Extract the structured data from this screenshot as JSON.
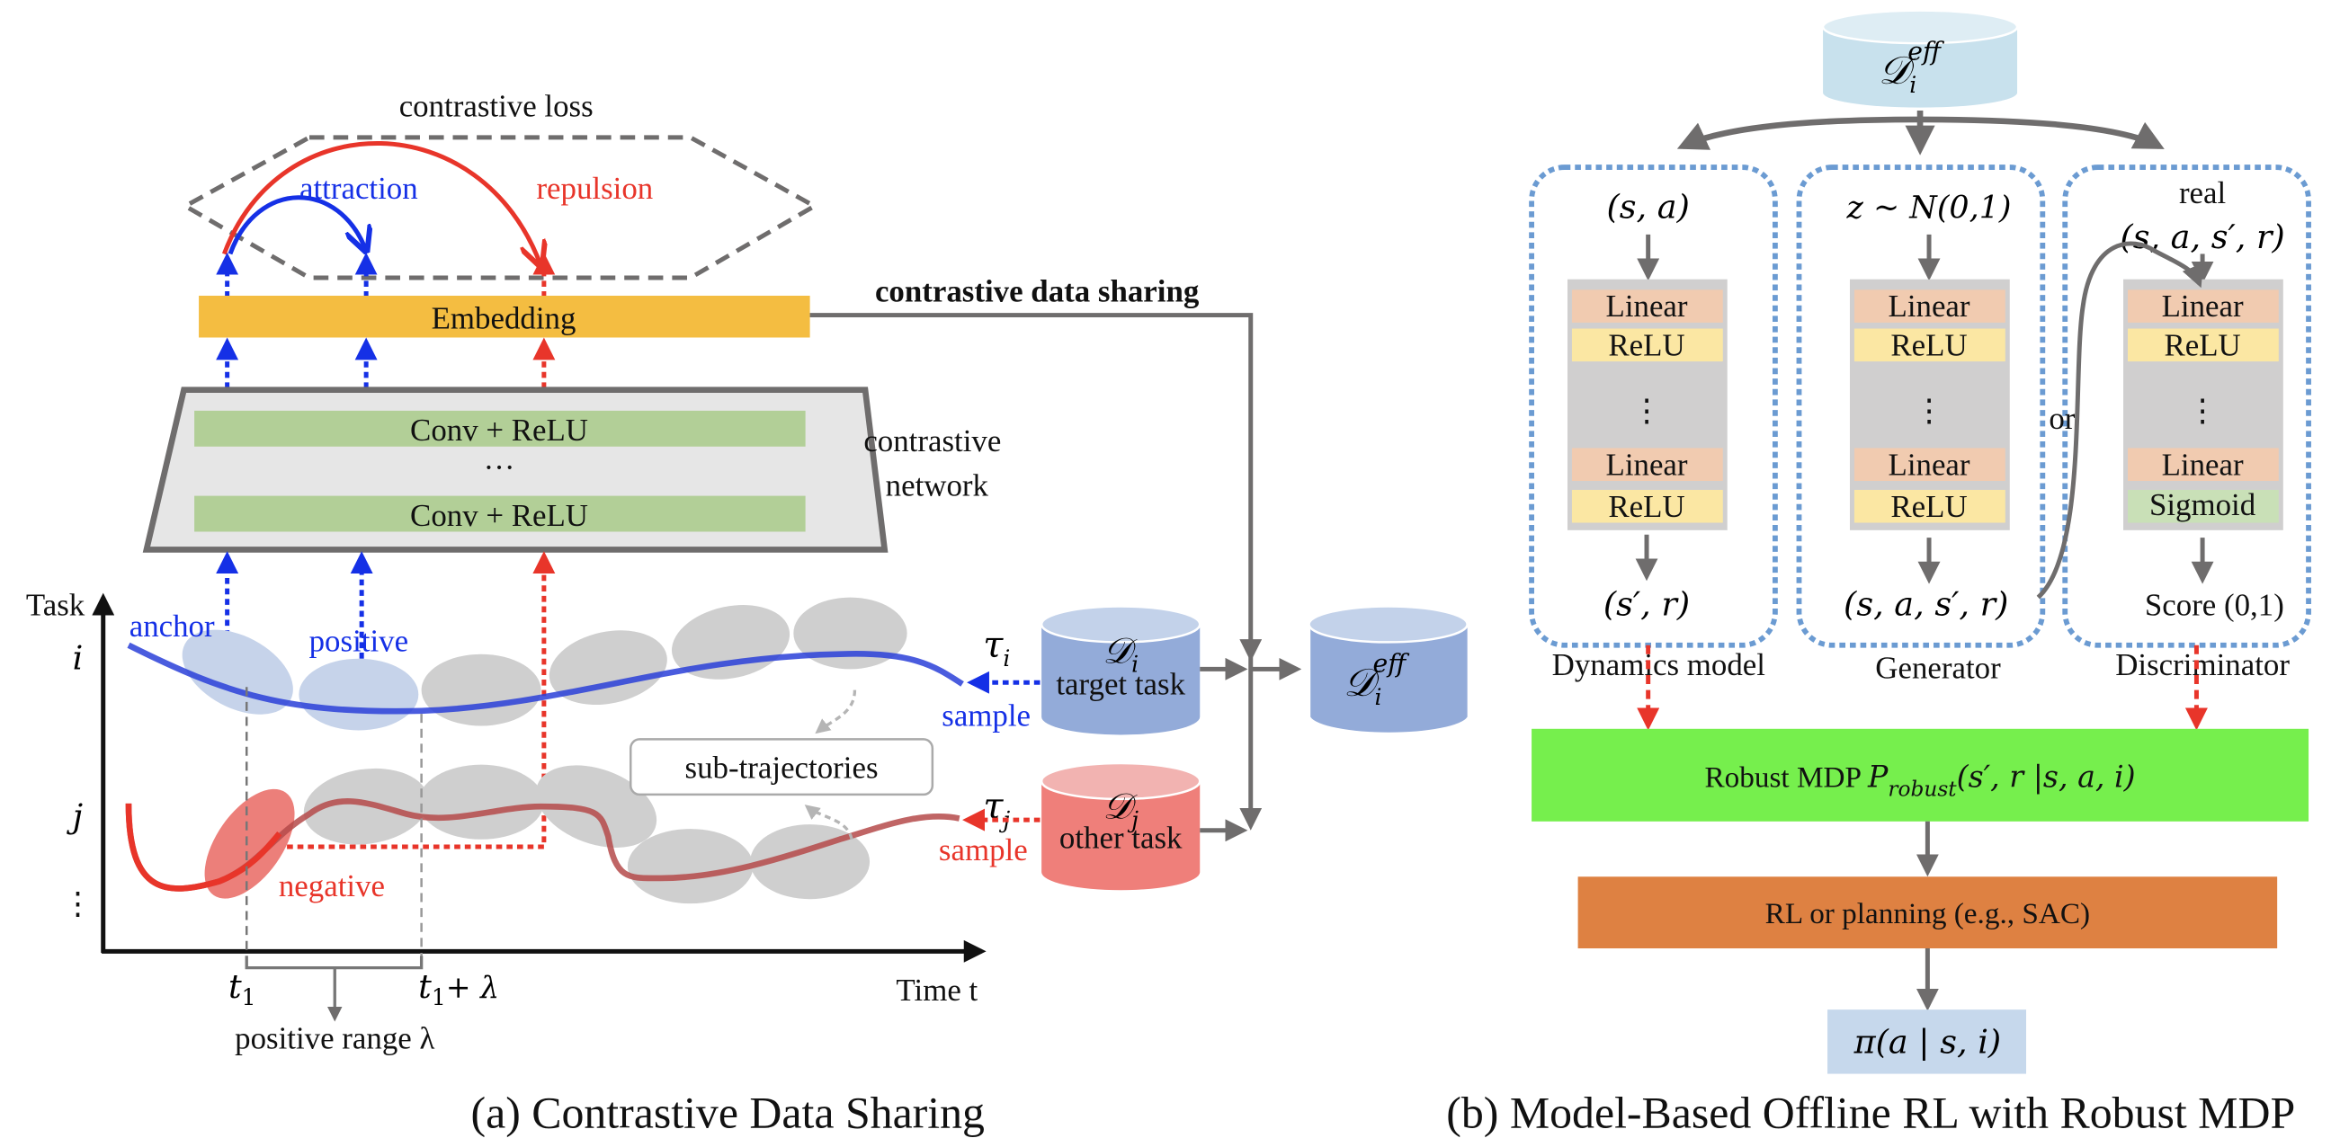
{
  "colors": {
    "blue": "#1530e6",
    "red": "#e8352a",
    "grey": "#6f6d6d",
    "embedding": "#f4bd41",
    "conv": "#b2cf97",
    "linear": "#f1cbb0",
    "relu": "#fbe7a3",
    "sigmoid": "#c9e0b7",
    "robust_mdp": "#76ef4d",
    "rl": "#de8142",
    "policy": "#c6d8ec",
    "dataset_blue": "#93abd9",
    "dataset_red": "#ef7f7a",
    "dataset_top": "#c8e1ed",
    "module_border": "#6b9bd2"
  },
  "panel_a": {
    "caption": "(a) Contrastive Data Sharing",
    "contrastive_loss_label": "contrastive loss",
    "attraction_label": "attraction",
    "repulsion_label": "repulsion",
    "embedding_label": "Embedding",
    "conv_layer_top": "Conv + ReLU",
    "conv_ellipsis": "···",
    "conv_layer_bottom": "Conv + ReLU",
    "network_label_line1": "contrastive",
    "network_label_line2": "network",
    "sharing_label": "contrastive data sharing",
    "axis_y_label": "Task",
    "axis_x_label": "Time t",
    "task_i": "i",
    "task_j": "j",
    "task_more": "⋮",
    "anchor_label": "anchor",
    "positive_label": "positive",
    "negative_label": "negative",
    "sub_trajectories_label": "sub-trajectories",
    "tau_i": "τ",
    "tau_i_sub": "i",
    "tau_j": "τ",
    "tau_j_sub": "j",
    "sample_i": "sample",
    "sample_j": "sample",
    "t1": "t",
    "t1_sub": "1",
    "t1_lambda": "t",
    "t1_lambda_sub": "1",
    "t1_lambda_suffix": "+ λ",
    "positive_range": "positive range λ",
    "dataset_i": {
      "symbol": "𝒟",
      "sub": "i",
      "label": "target task"
    },
    "dataset_j": {
      "symbol": "𝒟",
      "sub": "j",
      "label": "other task"
    },
    "dataset_eff": {
      "symbol": "𝒟",
      "sub": "i",
      "sup": "eff"
    }
  },
  "panel_b": {
    "caption": "(b) Model-Based Offline RL with Robust MDP",
    "dataset_eff": {
      "symbol": "𝒟",
      "sub": "i",
      "sup": "eff"
    },
    "modules": [
      {
        "name": "Dynamics model",
        "input": "(s, a)",
        "layers": [
          "Linear",
          "ReLU",
          "⋮",
          "Linear",
          "ReLU"
        ],
        "output": "(s′, r)"
      },
      {
        "name": "Generator",
        "input": "z ~ N(0,1)",
        "layers": [
          "Linear",
          "ReLU",
          "⋮",
          "Linear",
          "ReLU"
        ],
        "output": "(s, a, s′, r)"
      },
      {
        "name": "Discriminator",
        "input_line1": "real",
        "input": "(s, a, s′, r)",
        "layers": [
          "Linear",
          "ReLU",
          "⋮",
          "Linear",
          "Sigmoid"
        ],
        "output": "Score (0,1)"
      }
    ],
    "or_label": "or",
    "robust_mdp": {
      "prefix": "Robust MDP ",
      "P": "P",
      "P_sub": "robust",
      "args": "(s′, r |s, a, i)"
    },
    "rl_label": "RL or planning (e.g., SAC)",
    "policy_label": "π(a | s, i)"
  }
}
